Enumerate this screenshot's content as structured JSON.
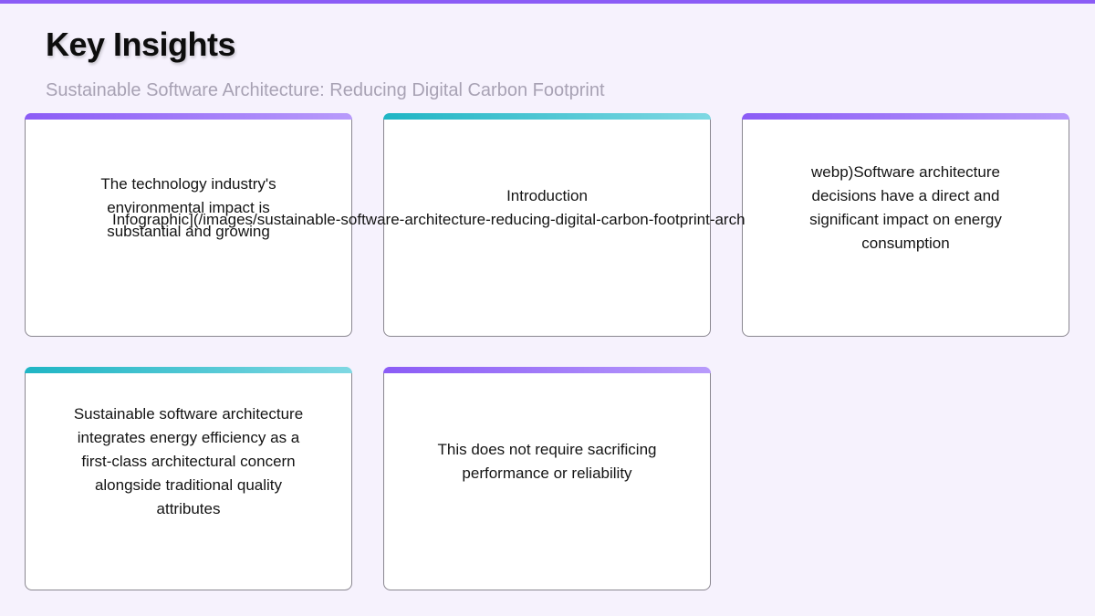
{
  "header": {
    "title": "Key Insights",
    "subtitle": "Sustainable Software Architecture: Reducing Digital Carbon Footprint"
  },
  "colors": {
    "background": "#f6f2fd",
    "top_bar": "#8b5cf6",
    "accent_purple": "#8b5cf6",
    "accent_teal": "#1fb5c4"
  },
  "cards": [
    {
      "accent": "purple",
      "text": "The technology industry's environmental impact is substantial and growing"
    },
    {
      "accent": "teal",
      "text": "Introduction"
    },
    {
      "accent": "purple",
      "text": "webp)Software architecture decisions have a direct and significant impact on energy consumption"
    },
    {
      "accent": "teal",
      "text": "Sustainable software architecture integrates energy efficiency as a first-class architectural concern alongside traditional quality attributes"
    },
    {
      "accent": "purple",
      "text": "This does not require sacrificing performance or reliability"
    }
  ],
  "overflow_text": "Infographic](/images/sustainable-software-architecture-reducing-digital-carbon-footprint-architecture"
}
